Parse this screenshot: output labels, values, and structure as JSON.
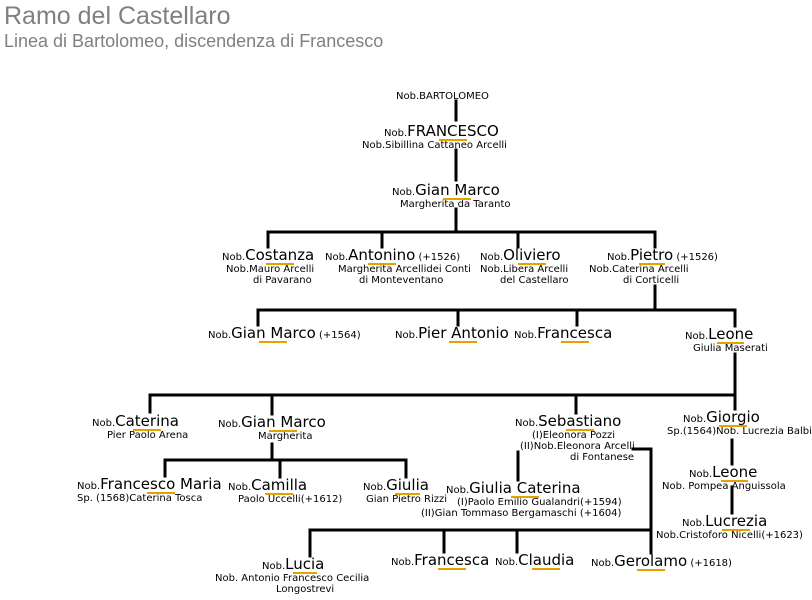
{
  "header": {
    "title": "Ramo del Castellaro",
    "subtitle": "Linea di Bartolomeo, discendenza di Francesco"
  },
  "colors": {
    "line": "#000000",
    "title": "#808080",
    "underline": "#e6a000"
  },
  "people": {
    "bartolomeo": {
      "prefix": "Nob.",
      "name": "BARTOLOMEO"
    },
    "francesco": {
      "prefix": "Nob.",
      "name": "FRANCESCO",
      "spouse": [
        "Nob.Sibillina Cattaneo Arcelli"
      ]
    },
    "gian_marco_1": {
      "prefix": "Nob.",
      "name": "Gian Marco",
      "spouse": [
        "Margherita da Taranto"
      ]
    },
    "costanza": {
      "prefix": "Nob.",
      "name": "Costanza",
      "spouse": [
        "Nob.Mauro Arcelli",
        "di Pavarano"
      ]
    },
    "antonino": {
      "prefix": "Nob.",
      "name": "Antonino",
      "note": "(+1526)",
      "spouse": [
        "Margherita Arcellidei Conti",
        "di Monteventano"
      ]
    },
    "oliviero": {
      "prefix": "Nob.",
      "name": "Oliviero",
      "spouse": [
        "Nob.Libera Arcelli",
        "del Castellaro"
      ]
    },
    "pietro": {
      "prefix": "Nob.",
      "name": "Pietro",
      "note": "(+1526)",
      "spouse": [
        "Nob.Caterina Arcelli",
        "di Corticelli"
      ]
    },
    "gian_marco_2": {
      "prefix": "Nob.",
      "name": "Gian Marco",
      "note": "(+1564)"
    },
    "pier_antonio": {
      "prefix": "Nob.",
      "name": "Pier Antonio"
    },
    "francesca_1": {
      "prefix": "Nob.",
      "name": "Francesca"
    },
    "leone_1": {
      "prefix": "Nob.",
      "name": "Leone",
      "spouse": [
        "Giulia Maserati"
      ]
    },
    "caterina": {
      "prefix": "Nob.",
      "name": "Caterina",
      "spouse": [
        "Pier Paolo Arena"
      ]
    },
    "gian_marco_3": {
      "prefix": "Nob.",
      "name": "Gian Marco",
      "spouse": [
        "Margherita"
      ]
    },
    "sebastiano": {
      "prefix": "Nob.",
      "name": "Sebastiano",
      "spouse": [
        "(I)Eleonora Pozzi",
        "(II)Nob.Eleonora Arcelli",
        "di Fontanese"
      ]
    },
    "giorgio": {
      "prefix": "Nob.",
      "name": "Giorgio",
      "spouse": [
        "Sp.(1564)Nob. Lucrezia Balbi"
      ]
    },
    "francesco_maria": {
      "prefix": "Nob.",
      "name": "Francesco Maria",
      "spouse": [
        "Sp. (1568)Caterina Tosca"
      ]
    },
    "camilla": {
      "prefix": "Nob.",
      "name": "Camilla",
      "spouse": [
        "Paolo Uccelli(+1612)"
      ]
    },
    "giulia": {
      "prefix": "Nob.",
      "name": "Giulia",
      "spouse": [
        "Gian Pietro Rizzi"
      ]
    },
    "giulia_caterina": {
      "prefix": "Nob.",
      "name": "Giulia Caterina",
      "spouse": [
        "(I)Paolo Emilio Gualandri(+1594)",
        "(II)Gian Tommaso Bergamaschi (+1604)"
      ]
    },
    "leone_2": {
      "prefix": "Nob.",
      "name": "Leone",
      "spouse": [
        "Nob. Pompea Anguissola"
      ]
    },
    "lucrezia": {
      "prefix": "Nob.",
      "name": "Lucrezia",
      "spouse": [
        "Nob.Cristoforo Nicelli(+1623)"
      ]
    },
    "lucia": {
      "prefix": "Nob.",
      "name": "Lucia",
      "spouse": [
        "Nob. Antonio Francesco Cecilia",
        "Longostrevi"
      ]
    },
    "francesca_2": {
      "prefix": "Nob.",
      "name": "Francesca"
    },
    "claudia": {
      "prefix": "Nob.",
      "name": "Claudia"
    },
    "gerolamo": {
      "prefix": "Nob.",
      "name": "Gerolamo",
      "note": "(+1618)"
    }
  }
}
